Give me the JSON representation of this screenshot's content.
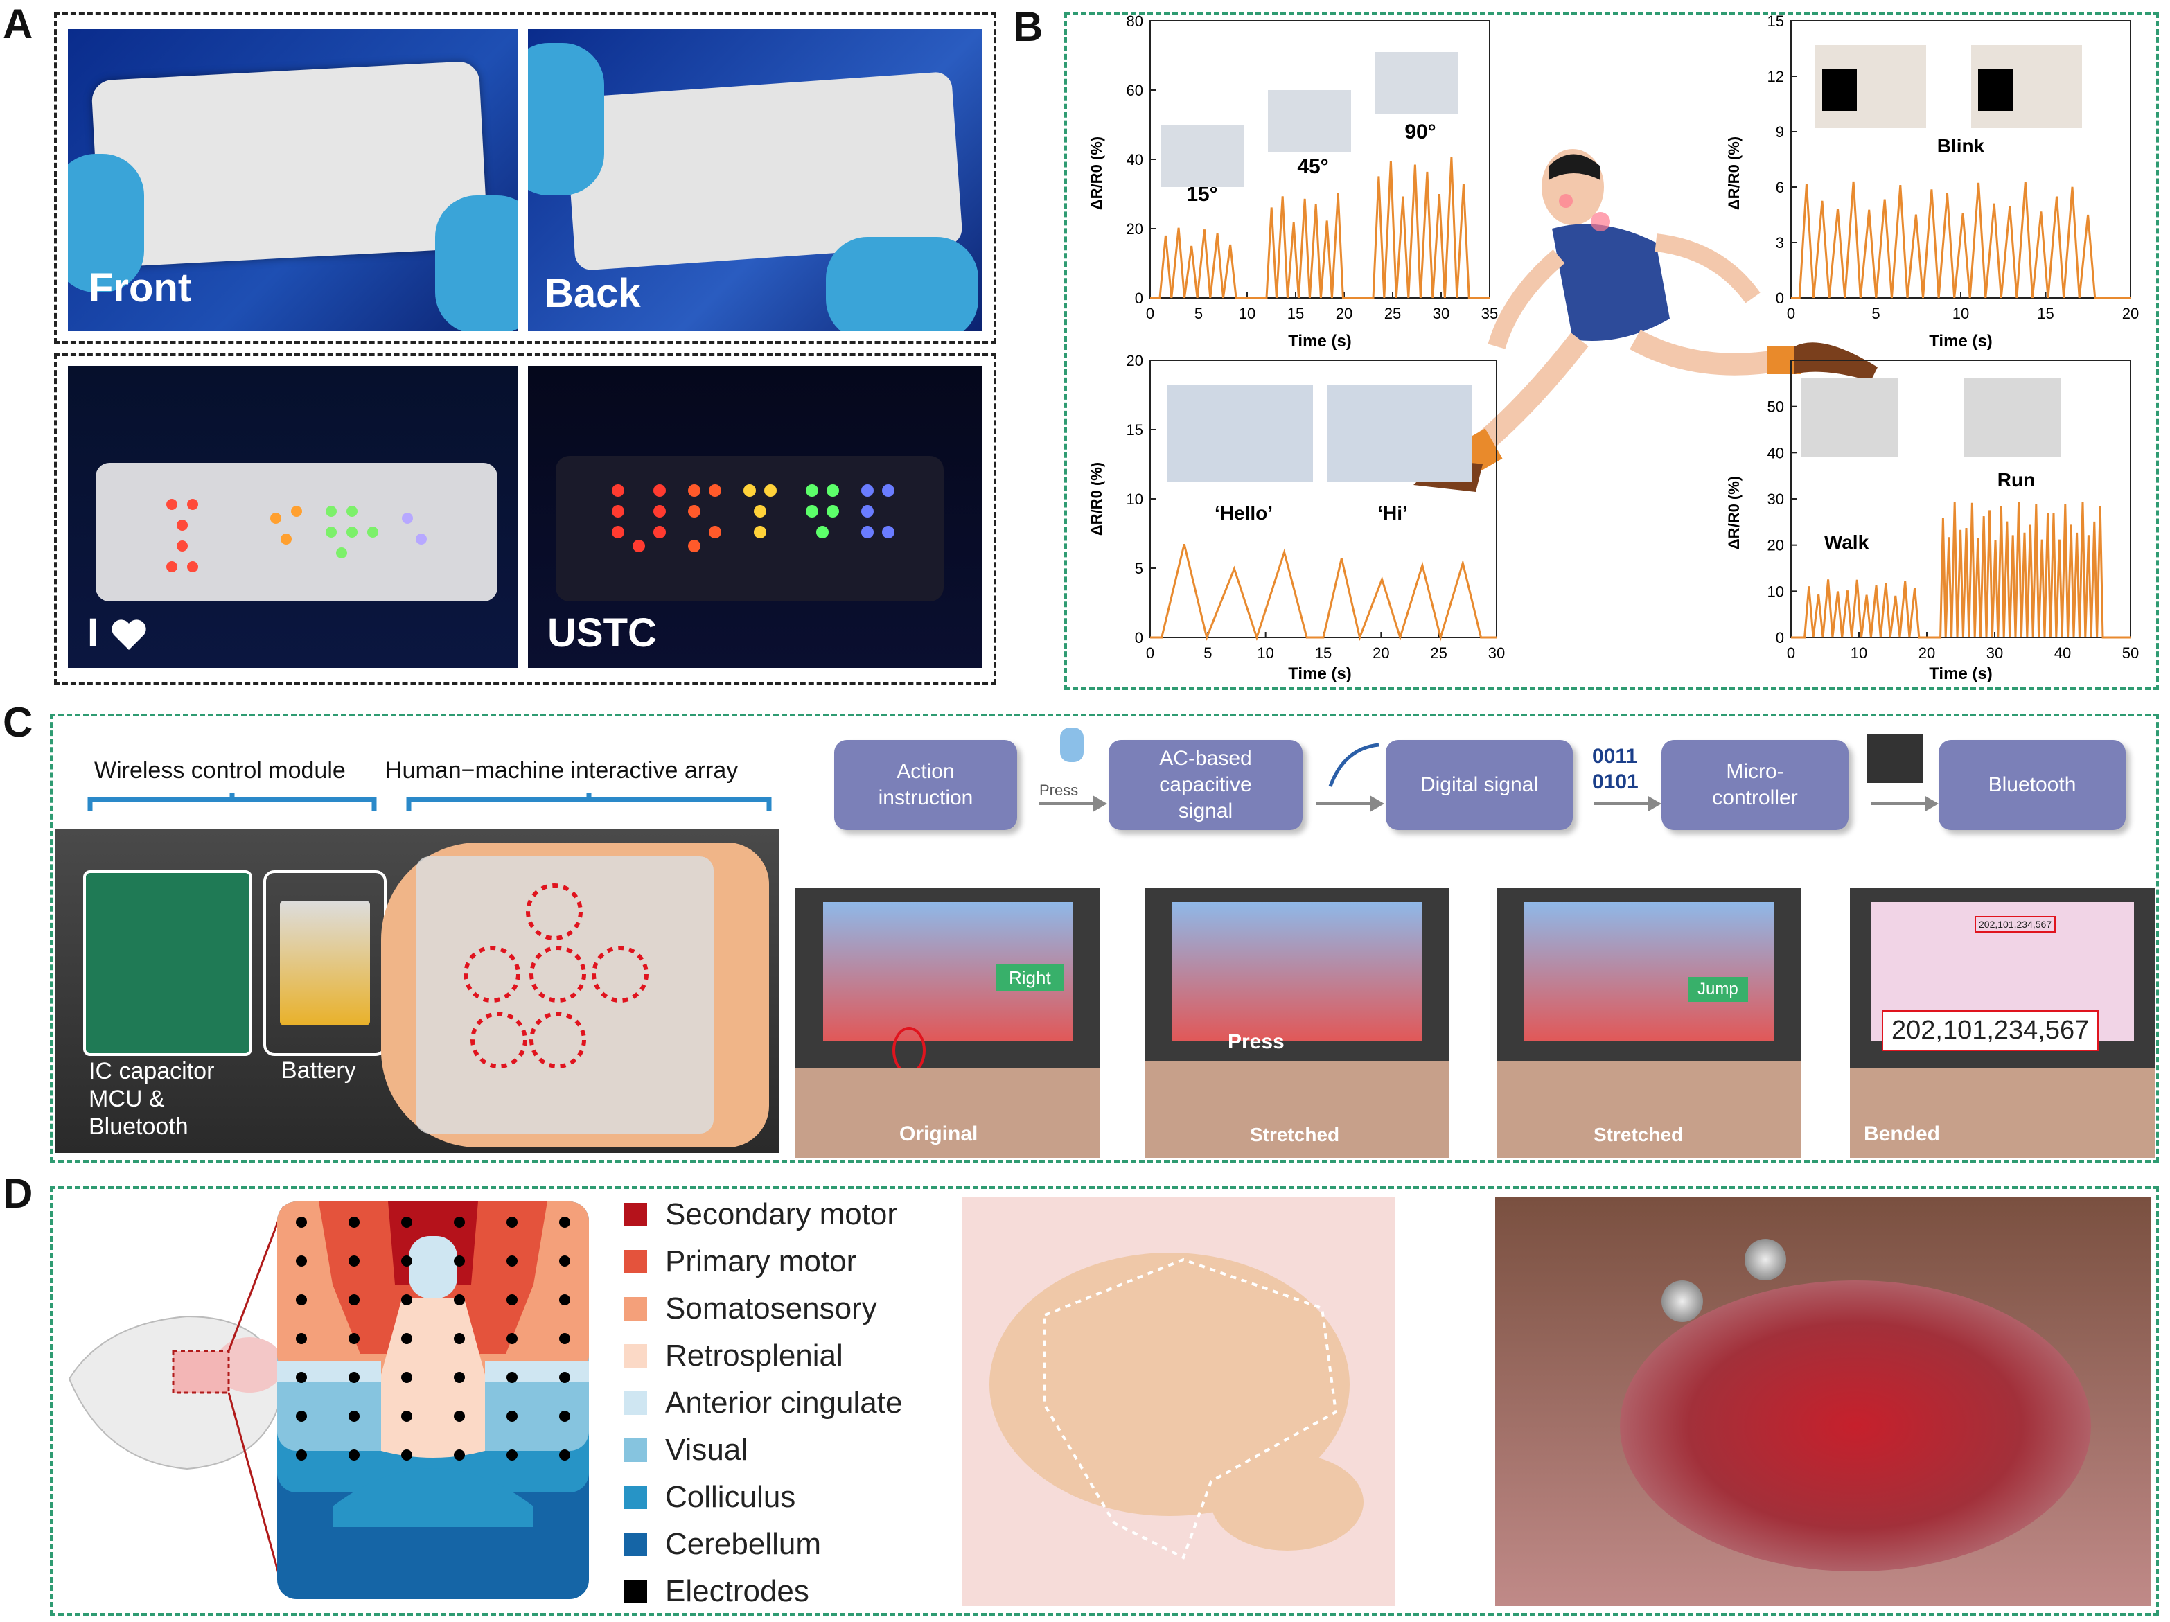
{
  "panels": {
    "a": "A",
    "b": "B",
    "c": "C",
    "d": "D"
  },
  "panel_a": {
    "photos": [
      {
        "caption": "Front"
      },
      {
        "caption": "Back"
      },
      {
        "caption": "I"
      },
      {
        "caption": "USTC"
      }
    ],
    "colors": {
      "bg": "#0f2a88",
      "patch": "#e6e6e6",
      "glove": "#3aa4d8"
    }
  },
  "panel_b": {
    "plot_accent": "#e88a2f",
    "labels": {
      "finger": [
        "15°",
        "45°",
        "90°"
      ],
      "blink": "Blink",
      "speech": [
        "‘Hello’",
        "‘Hi’"
      ],
      "walk": "Walk",
      "run": "Run"
    }
  },
  "chart_data": [
    {
      "type": "line",
      "title": "",
      "xlabel": "Time (s)",
      "ylabel": "ΔR/R0 (%)",
      "xlim": [
        0,
        35
      ],
      "ylim": [
        0,
        80
      ],
      "xticks": [
        0,
        5,
        10,
        15,
        20,
        25,
        30,
        35
      ],
      "yticks": [
        0,
        20,
        40,
        60,
        80
      ],
      "segments": [
        {
          "label": "15°",
          "x_start": 1,
          "x_end": 9,
          "peaks": 6,
          "peak_value": 20
        },
        {
          "label": "45°",
          "x_start": 12,
          "x_end": 20,
          "peaks": 7,
          "peak_value": 29
        },
        {
          "label": "90°",
          "x_start": 23,
          "x_end": 33,
          "peaks": 8,
          "peak_value": 39
        }
      ]
    },
    {
      "type": "line",
      "title": "",
      "xlabel": "Time (s)",
      "ylabel": "ΔR/R0 (%)",
      "xlim": [
        0,
        20
      ],
      "ylim": [
        0,
        15
      ],
      "xticks": [
        0,
        5,
        10,
        15,
        20
      ],
      "yticks": [
        0,
        3,
        6,
        9,
        12,
        15
      ],
      "segments": [
        {
          "label": "Blink",
          "x_start": 0.5,
          "x_end": 18,
          "peaks": 19,
          "peak_value": 6
        }
      ]
    },
    {
      "type": "line",
      "title": "",
      "xlabel": "Time (s)",
      "ylabel": "ΔR/R0 (%)",
      "xlim": [
        0,
        30
      ],
      "ylim": [
        0,
        20
      ],
      "xticks": [
        0,
        5,
        10,
        15,
        20,
        25,
        30
      ],
      "yticks": [
        0,
        5,
        10,
        15,
        20
      ],
      "segments": [
        {
          "label": "‘Hello’",
          "x_start": 1,
          "x_end": 14,
          "peaks": 3,
          "peak_value": 6.5
        },
        {
          "label": "‘Hi’",
          "x_start": 15,
          "x_end": 29,
          "peaks": 4,
          "peak_value": 5.5
        }
      ]
    },
    {
      "type": "line",
      "title": "",
      "xlabel": "Time (s)",
      "ylabel": "ΔR/R0 (%)",
      "xlim": [
        0,
        50
      ],
      "ylim": [
        0,
        60
      ],
      "xticks": [
        0,
        10,
        20,
        30,
        40,
        50
      ],
      "yticks": [
        0,
        10,
        20,
        30,
        40,
        50
      ],
      "segments": [
        {
          "label": "Walk",
          "x_start": 2,
          "x_end": 19,
          "peaks": 12,
          "peak_value": 12
        },
        {
          "label": "Run",
          "x_start": 22,
          "x_end": 46,
          "peaks": 28,
          "peak_value": 28
        }
      ]
    }
  ],
  "panel_c": {
    "module_labels": {
      "wireless": "Wireless control module",
      "array": "Human−machine interactive array"
    },
    "device_labels": {
      "ic": "IC capacitor\nMCU &\nBluetooth",
      "battery": "Battery"
    },
    "flow": [
      {
        "label": "Action\ninstruction"
      },
      {
        "label": "AC-based\ncapacitive\nsignal"
      },
      {
        "label": "Digital signal"
      },
      {
        "label": "Micro-\ncontroller"
      },
      {
        "label": "Bluetooth"
      }
    ],
    "press_label": "Press",
    "binary": [
      "0011",
      "0101"
    ],
    "screens": [
      {
        "caption": "Original",
        "overlay": "Right"
      },
      {
        "caption": "Stretched",
        "overlay": "Press"
      },
      {
        "caption": "Stretched",
        "overlay": "Jump"
      },
      {
        "caption": "Bended",
        "overlay": "202,101,234,567",
        "screen_text": "202,101,234,567"
      }
    ],
    "flow_color": "#7b80b8"
  },
  "panel_d": {
    "legend": [
      {
        "label": "Secondary motor",
        "color": "#b5121b"
      },
      {
        "label": "Primary motor",
        "color": "#e4533c"
      },
      {
        "label": "Somatosensory",
        "color": "#f4a07a"
      },
      {
        "label": "Retrosplenial",
        "color": "#fbd9c6"
      },
      {
        "label": "Anterior cingulate",
        "color": "#cfe6f2"
      },
      {
        "label": "Visual",
        "color": "#86c4df"
      },
      {
        "label": "Colliculus",
        "color": "#2794c6"
      },
      {
        "label": "Cerebellum",
        "color": "#1565a6"
      },
      {
        "label": "Electrodes",
        "color": "#000000"
      }
    ]
  }
}
